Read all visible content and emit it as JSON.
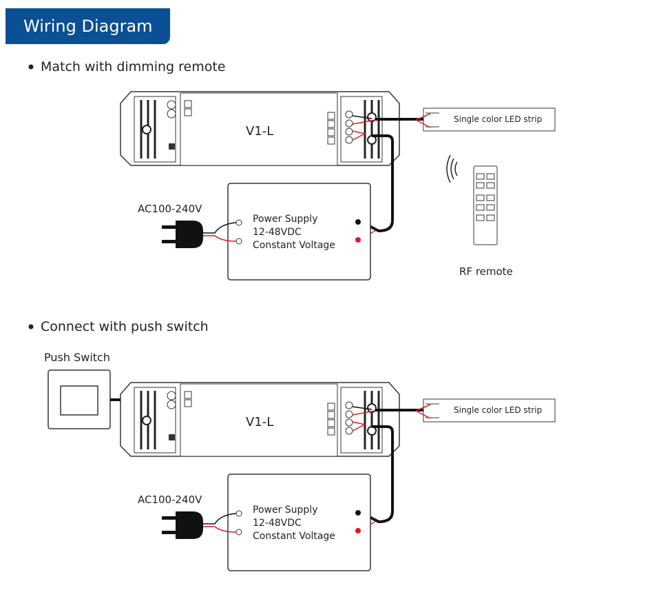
{
  "header": {
    "title": "Wiring Diagram",
    "accent": "#0b4f94"
  },
  "sections": [
    {
      "heading": "Match with dimming remote",
      "controller_label": "V1-L",
      "led_label": "Single color LED strip",
      "ac_label": "AC100-240V",
      "psu_lines": [
        "Power Supply",
        "12-48VDC",
        "Constant Voltage"
      ],
      "remote_label": "RF remote"
    },
    {
      "heading": "Connect with push switch",
      "controller_label": "V1-L",
      "led_label": "Single color LED strip",
      "ac_label": "AC100-240V",
      "psu_lines": [
        "Power Supply",
        "12-48VDC",
        "Constant Voltage"
      ],
      "switch_label": "Push Switch"
    }
  ],
  "wire_colors": {
    "negative": "#111111",
    "positive": "#e01b24"
  }
}
